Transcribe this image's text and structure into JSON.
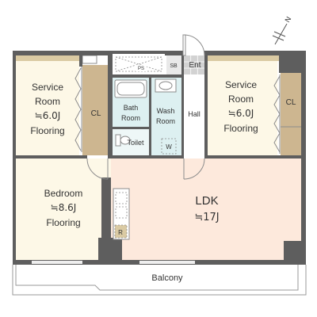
{
  "colors": {
    "wall": "#5e5e5e",
    "room_floor": "#fdf8e7",
    "ldk_floor": "#fde9dc",
    "wet_area": "#ddf0f1",
    "closet": "#cdb690",
    "window_band": "#dacaa3",
    "tile": "#d2d2d2",
    "fixture_line": "#8c8c8c",
    "text": "#333333",
    "background": "#ffffff"
  },
  "rooms": {
    "service_room_left": {
      "name_line1": "Service",
      "name_line2": "Room",
      "size": "≒6.0J",
      "floor": "Flooring"
    },
    "closet_left": {
      "label": "CL"
    },
    "pipe_space": {
      "label": "PS"
    },
    "shoe_box": {
      "label": "SB"
    },
    "entrance": {
      "label": "Ent"
    },
    "bath_room": {
      "name_line1": "Bath",
      "name_line2": "Room"
    },
    "wash_room": {
      "name_line1": "Wash",
      "name_line2": "Room"
    },
    "washer": {
      "label": "W"
    },
    "toilet": {
      "label": "Toilet"
    },
    "hall": {
      "label": "Hall"
    },
    "service_room_right": {
      "name_line1": "Service",
      "name_line2": "Room",
      "size": "≒6.0J",
      "floor": "Flooring"
    },
    "closet_right": {
      "label": "CL"
    },
    "bedroom": {
      "name": "Bedroom",
      "size": "≒8.6J",
      "floor": "Flooring"
    },
    "ldk": {
      "name": "LDK",
      "size": "≒17J"
    },
    "refrigerator": {
      "label": "R"
    },
    "balcony": {
      "label": "Balcony"
    }
  },
  "compass": {
    "label": "N"
  }
}
